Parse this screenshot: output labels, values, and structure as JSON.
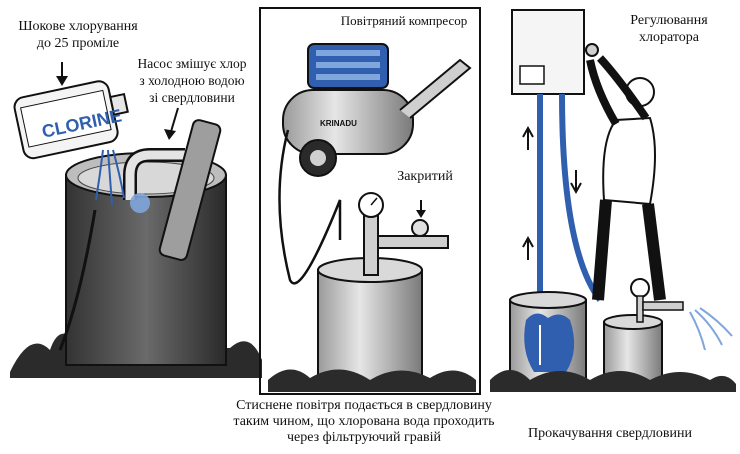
{
  "panel_left": {
    "label_shock": [
      "Шокове хлорування",
      "до 25 проміле"
    ],
    "label_pump": [
      "Насос змішує хлор",
      "з холодною водою",
      "зі свердловини"
    ],
    "bottle_text": "CLORINE"
  },
  "panel_middle": {
    "label_compressor": "Повітряний компресор",
    "label_closed": "Закритий",
    "compressor_brand": "KRINADU",
    "caption": [
      "Стиснене повітря подається в свердловину",
      "таким чином, що хлорована вода проходить",
      "через фільтруючий гравій"
    ]
  },
  "panel_right": {
    "label_regulation": [
      "Регулювання",
      "хлоратора"
    ],
    "caption": "Прокачування свердловини"
  },
  "colors": {
    "blue": "#2f5fae",
    "light_blue": "#7fa6dd",
    "ink": "#111111"
  }
}
